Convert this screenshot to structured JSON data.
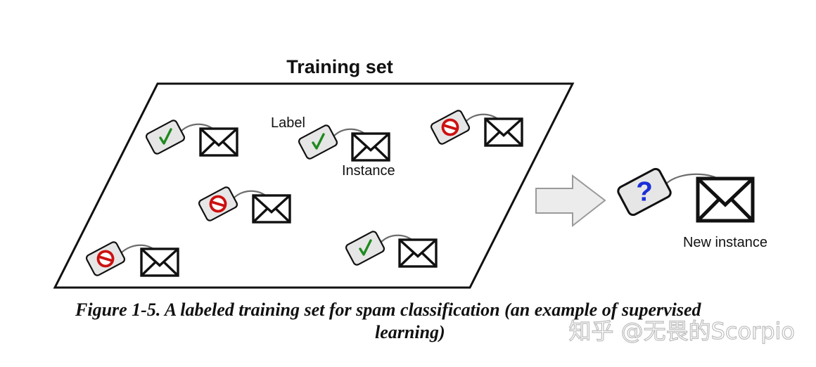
{
  "diagram": {
    "title": "Training set",
    "label_callout": "Label",
    "instance_callout": "Instance",
    "new_instance_label": "New instance",
    "unknown_label_symbol": "?",
    "training_examples": [
      {
        "label": "ham"
      },
      {
        "label": "ham"
      },
      {
        "label": "spam"
      },
      {
        "label": "spam"
      },
      {
        "label": "spam"
      },
      {
        "label": "ham"
      }
    ],
    "new_example": {
      "label": "unknown"
    }
  },
  "caption": {
    "line1": "Figure 1-5. A labeled training set for spam classification (an example of supervised",
    "line2": "learning)"
  },
  "watermark": "知乎 @无畏的Scorpio",
  "colors": {
    "check": "#1f8a1f",
    "no_symbol": "#cc1111",
    "question": "#1a2fd6",
    "tag_fill": "#e6e6e6",
    "arrow_fill": "#ececec",
    "arrow_stroke": "#9a9a9a",
    "ink": "#111111"
  },
  "icons": {
    "ham": "checkmark-icon",
    "spam": "no-entry-icon",
    "unknown": "question-mark-icon",
    "email": "envelope-icon"
  }
}
